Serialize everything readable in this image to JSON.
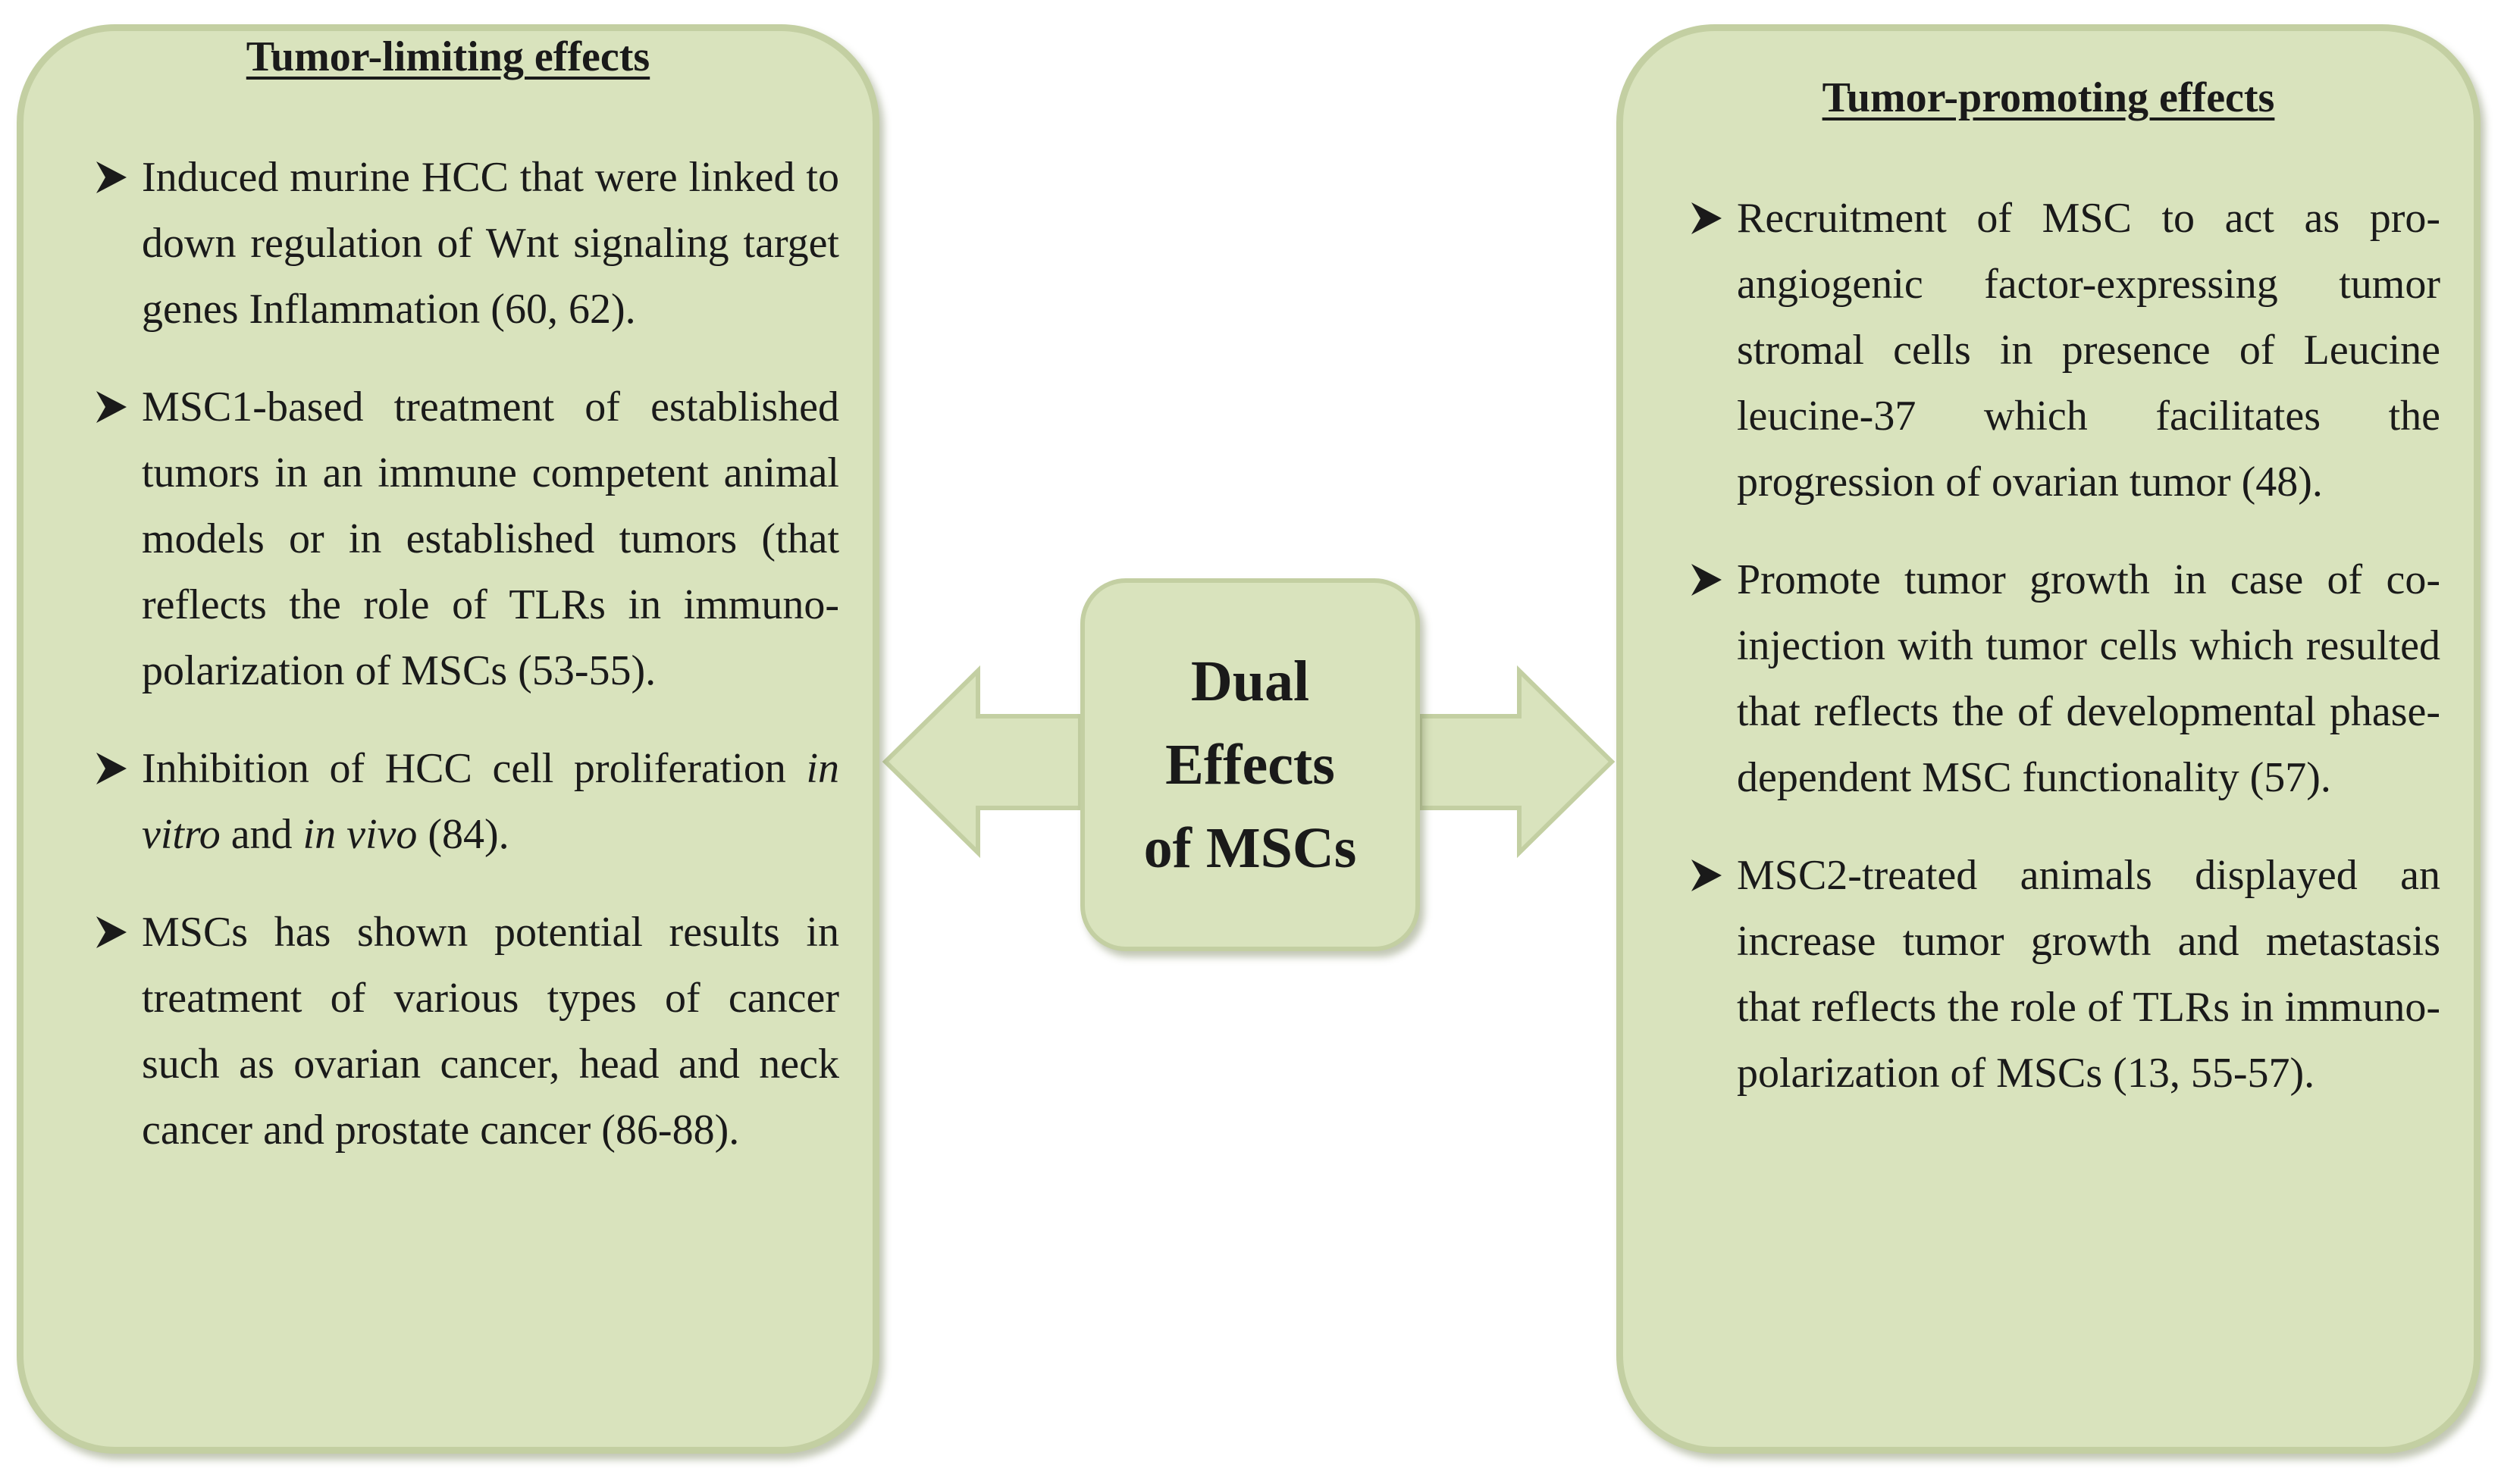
{
  "colors": {
    "panel_fill": "#d9e3bd",
    "panel_border": "#c3cfa2",
    "text": "#1a1a1a"
  },
  "center": {
    "lines": [
      "Dual",
      "Effects",
      "of MSCs"
    ]
  },
  "left_panel": {
    "title": "Tumor-limiting effects",
    "items": [
      {
        "segments": [
          {
            "text": "Induced murine HCC that were linked to down regulation of Wnt signaling target genes Inflammation (60, 62)."
          }
        ]
      },
      {
        "segments": [
          {
            "text": "MSC1-based treatment of established tumors in an immune competent animal models or in established tumors (that reflects the role of TLRs in immuno-polarization of MSCs (53-55)."
          }
        ]
      },
      {
        "segments": [
          {
            "text": "Inhibition of HCC cell proliferation "
          },
          {
            "text": "in vitro",
            "italic": true
          },
          {
            "text": " and "
          },
          {
            "text": "in vivo",
            "italic": true
          },
          {
            "text": " (84)."
          }
        ]
      },
      {
        "segments": [
          {
            "text": "MSCs has shown potential results in treatment of various types of cancer such as ovarian cancer, head and neck cancer and prostate cancer (86-88)."
          }
        ]
      }
    ]
  },
  "right_panel": {
    "title": "Tumor-promoting effects",
    "items": [
      {
        "segments": [
          {
            "text": "Recruitment of MSC to act as pro-angiogenic factor-expressing tumor stromal cells in presence of Leucine leucine-37 which facilitates the progression of ovarian tumor (48)."
          }
        ]
      },
      {
        "segments": [
          {
            "text": "Promote tumor growth in case of co-injection with tumor cells which resulted that reflects the of developmental phase-dependent MSC functionality (57)."
          }
        ]
      },
      {
        "segments": [
          {
            "text": "MSC2-treated animals displayed an increase tumor growth and metastasis that reflects the role of TLRs in immuno-polarization of MSCs (13, 55-57)."
          }
        ]
      }
    ]
  }
}
